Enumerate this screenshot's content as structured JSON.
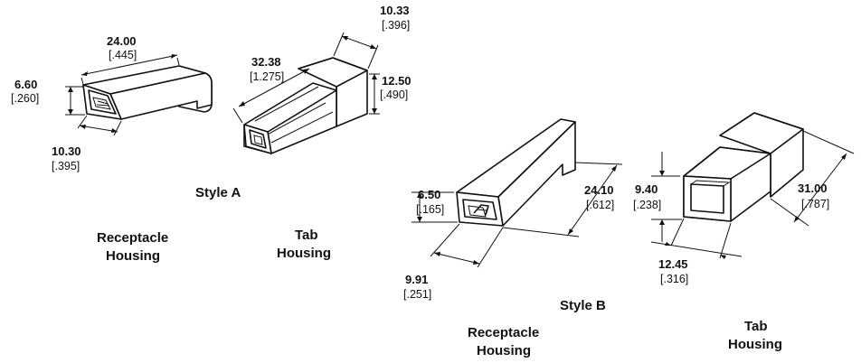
{
  "styleA": {
    "label": "Style A",
    "receptacle": {
      "caption_line1": "Receptacle",
      "caption_line2": "Housing",
      "length": {
        "mm": "24.00",
        "in": "[.445]"
      },
      "height": {
        "mm": "6.60",
        "in": "[.260]"
      },
      "width": {
        "mm": "10.30",
        "in": "[.395]"
      }
    },
    "tab": {
      "caption_line1": "Tab",
      "caption_line2": "Housing",
      "length": {
        "mm": "32.38",
        "in": "[1.275]"
      },
      "width": {
        "mm": "10.33",
        "in": "[.396]"
      },
      "height": {
        "mm": "12.50",
        "in": "[.490]"
      }
    }
  },
  "styleB": {
    "label": "Style B",
    "receptacle": {
      "caption_line1": "Receptacle",
      "caption_line2": "Housing",
      "height": {
        "mm": "6.50",
        "in": "[.165]"
      },
      "length": {
        "mm": "24.10",
        "in": "[.612]"
      },
      "width": {
        "mm": "9.91",
        "in": "[.251]"
      }
    },
    "tab": {
      "caption_line1": "Tab",
      "caption_line2": "Housing",
      "height": {
        "mm": "9.40",
        "in": "[.238]"
      },
      "width": {
        "mm": "12.45",
        "in": "[.316]"
      },
      "length": {
        "mm": "31.00",
        "in": "[.787]"
      }
    }
  }
}
